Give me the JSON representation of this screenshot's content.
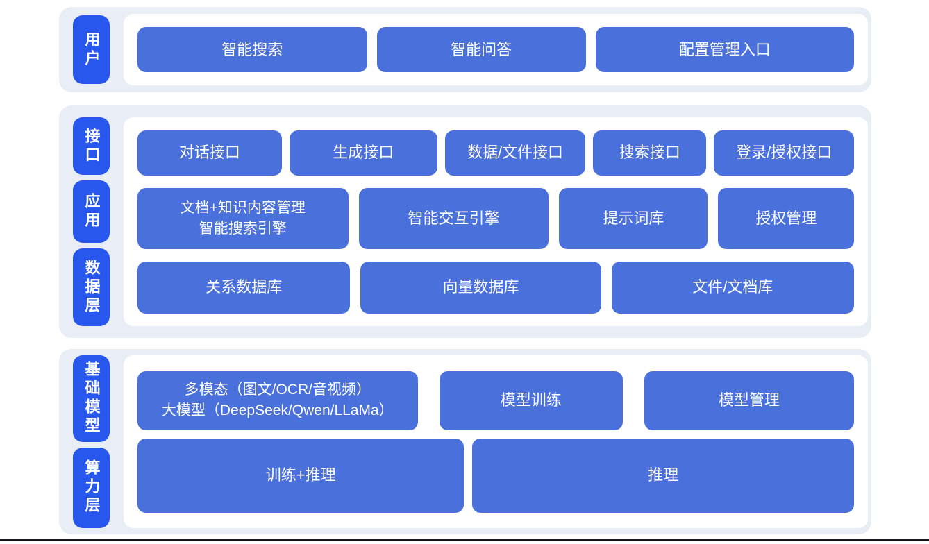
{
  "diagram": {
    "divider_color": "#15171c",
    "colors": {
      "layer_pill_blue": "#2857ee",
      "block_blue": "#4a70db",
      "group_background": "#e9eef6",
      "panel_background": "#ffffff",
      "text_white": "#ffffff"
    }
  },
  "groups": [
    {
      "labels": [
        "用户"
      ],
      "rows": [
        {
          "buttons": [
            {
              "label": "智能搜索"
            },
            {
              "label": "智能问答"
            },
            {
              "label": "配置管理入口"
            }
          ]
        }
      ]
    },
    {
      "labels": [
        "接口",
        "应用",
        "数据层"
      ],
      "rows": [
        {
          "buttons": [
            {
              "label": "对话接口"
            },
            {
              "label": "生成接口"
            },
            {
              "label": "数据/文件接口"
            },
            {
              "label": "搜索接口"
            },
            {
              "label": "登录/授权接口"
            }
          ]
        },
        {
          "buttons": [
            {
              "lines": [
                "文档+知识内容管理",
                "智能搜索引擎"
              ]
            },
            {
              "label": "智能交互引擎"
            },
            {
              "label": "提示词库"
            },
            {
              "label": "授权管理"
            }
          ]
        },
        {
          "buttons": [
            {
              "label": "关系数据库"
            },
            {
              "label": "向量数据库"
            },
            {
              "label": "文件/文档库"
            }
          ]
        }
      ]
    },
    {
      "labels": [
        "基础模型",
        "算力层"
      ],
      "rows": [
        {
          "buttons": [
            {
              "lines": [
                "多模态（图文/OCR/音视频）",
                "大模型（DeepSeek/Qwen/LLaMa）"
              ]
            },
            {
              "label": "模型训练"
            },
            {
              "label": "模型管理"
            }
          ]
        },
        {
          "buttons": [
            {
              "label": "训练+推理"
            },
            {
              "label": "推理"
            }
          ]
        }
      ]
    }
  ]
}
